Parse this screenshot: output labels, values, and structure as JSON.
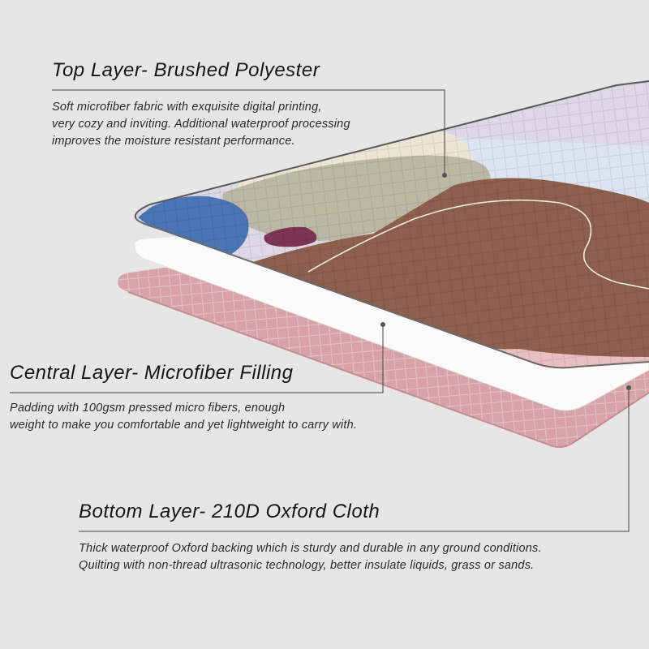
{
  "layers": [
    {
      "title": "Top Layer- Brushed Polyester",
      "description": [
        "Soft microfiber fabric with exquisite digital printing,",
        "very cozy and inviting. Additional  waterproof processing",
        "improves the moisture resistant performance."
      ]
    },
    {
      "title": "Central Layer- Microfiber Filling",
      "description": [
        "Padding with 100gsm pressed micro fibers, enough",
        "weight to make you comfortable and yet lightweight to carry with."
      ]
    },
    {
      "title": "Bottom Layer- 210D Oxford Cloth",
      "description": [
        "Thick waterproof Oxford backing which is sturdy and durable in any ground conditions.",
        "Quilting with non-thread ultrasonic technology, better insulate liquids, grass or sands."
      ]
    }
  ],
  "colors": {
    "background": "#e6e6e6",
    "top_base": "#dcd8e6",
    "brown": "#8e5f4d",
    "blue": "#4a76b8",
    "beige": "#ece4d4",
    "sage": "#b7b49c",
    "plum": "#7c3552",
    "light_blue": "#dce4f2",
    "pink": "#e9bfc2",
    "bottom_pink": "#d8a3a7",
    "filling": "#fbfbfb",
    "line": "#444444"
  }
}
